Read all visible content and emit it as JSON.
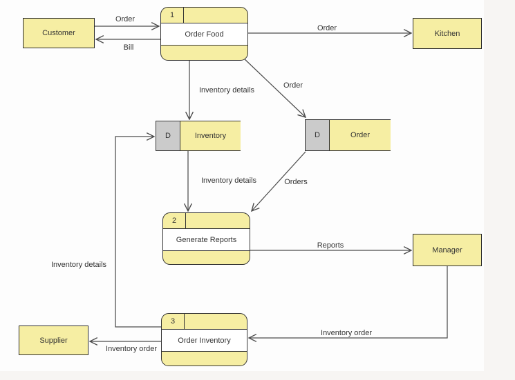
{
  "diagram": {
    "type": "data-flow-diagram",
    "colors": {
      "node_fill": "#f6eea3",
      "store_tag_fill": "#cbcbcb",
      "border": "#333333",
      "line": "#4d4d4d",
      "text": "#333333",
      "canvas": "#fdfdfd"
    },
    "entities": [
      {
        "label": "Customer"
      },
      {
        "label": "Kitchen"
      },
      {
        "label": "Manager"
      },
      {
        "label": "Supplier"
      }
    ],
    "processes": [
      {
        "number": "1",
        "label": "Order Food"
      },
      {
        "number": "2",
        "label": "Generate Reports"
      },
      {
        "number": "3",
        "label": "Order Inventory"
      }
    ],
    "stores": [
      {
        "tag": "D",
        "label": "Inventory"
      },
      {
        "tag": "D",
        "label": "Order"
      }
    ],
    "flows": [
      {
        "id": "order-customer-to-order-food",
        "label": "Order"
      },
      {
        "id": "bill-order-food-to-customer",
        "label": "Bill"
      },
      {
        "id": "order-order-food-to-kitchen",
        "label": "Order"
      },
      {
        "id": "inventory-details-order-food-to-store",
        "label": "Inventory details"
      },
      {
        "id": "order-order-food-to-order-store",
        "label": "Order"
      },
      {
        "id": "inventory-details-store-to-reports",
        "label": "Inventory details"
      },
      {
        "id": "orders-order-store-to-reports",
        "label": "Orders"
      },
      {
        "id": "reports-to-manager",
        "label": "Reports"
      },
      {
        "id": "inventory-order-manager-to-process",
        "label": "Inventory order"
      },
      {
        "id": "inventory-order-process-to-supplier",
        "label": "Inventory order"
      },
      {
        "id": "inventory-details-process-to-store",
        "label": "Inventory details"
      }
    ]
  }
}
